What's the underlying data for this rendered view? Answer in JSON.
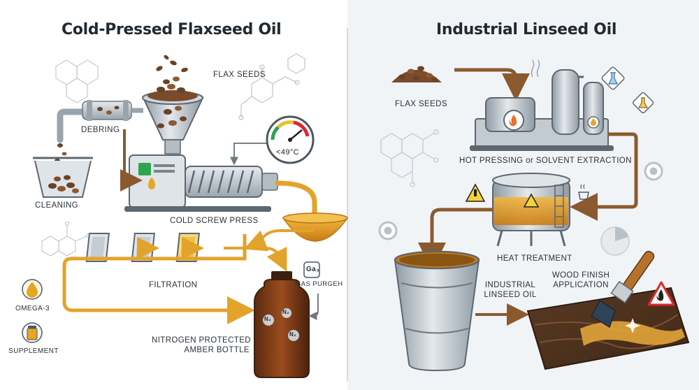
{
  "left_panel": {
    "title": "Cold-Pressed Flaxseed Oil",
    "labels": {
      "flax_seeds": "FLAX SEEDS",
      "debring": "DEBRING",
      "cleaning": "CLEANING",
      "cold_screw_press": "COLD SCREW PRESS",
      "temperature": "<49°C",
      "filtration": "FILTRATION",
      "gas_symbol": "Ga₃",
      "gas_purge": "GAS PURGEH",
      "omega3": "OMEGA-3",
      "supplement": "SUPPLEMENT",
      "bottle_line1": "NITROGEN PROTECTED",
      "bottle_line2": "AMBER BOTTLE",
      "n2_a": "N₂",
      "n2_b": "N₂",
      "n2_c": "N₂"
    }
  },
  "right_panel": {
    "title": "Industrial Linseed Oil",
    "labels": {
      "flax_seeds": "FLAX SEEDS",
      "extraction": "HOT PRESSING or SOLVENT EXTRACTION",
      "heat_treatment": "HEAT TREATMENT",
      "linseed_line1": "INDUSTRIAL",
      "linseed_line2": "LINSEED OIL",
      "wood_line1": "WOOD FINISH",
      "wood_line2": "APPLICATION"
    }
  },
  "colors": {
    "oil": "#e8a526",
    "pipe": "#9aa4ad",
    "arrow": "#8a5a2e",
    "accent_warning": "#e0262b",
    "seed": "#6b4226",
    "right_bg": "#f1f4f7"
  }
}
